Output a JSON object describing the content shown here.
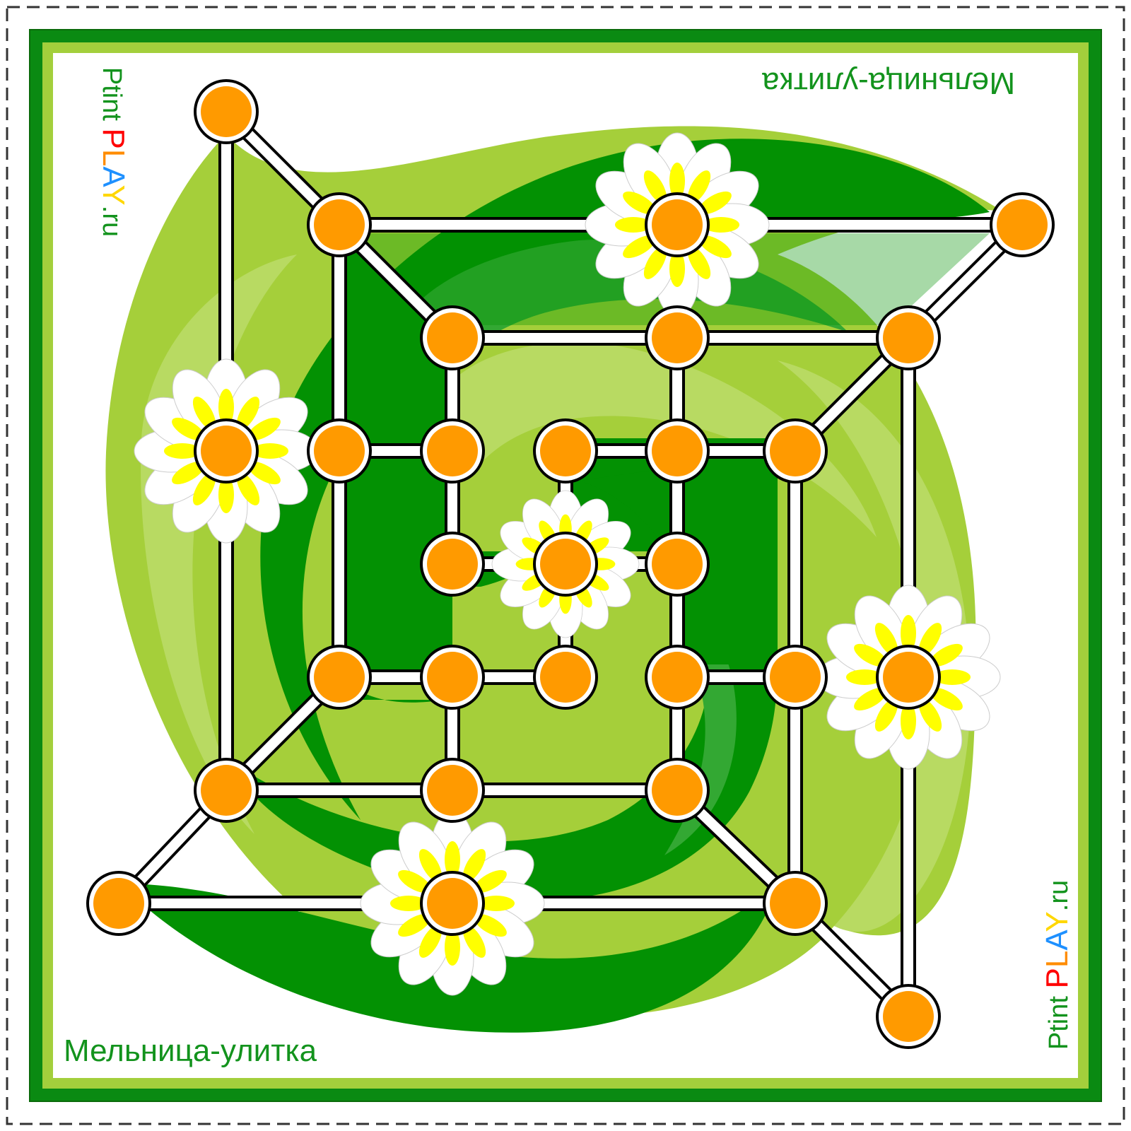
{
  "game": {
    "title_bottom": "Мельница-улитка",
    "title_top": "Мельница-улитка",
    "brand": {
      "p1": "Ptint ",
      "p2": "P",
      "p3": "L",
      "p4": "A",
      "p5": "Y",
      "p6": ".ru"
    }
  },
  "colors": {
    "frame_dark": "#0a8a12",
    "frame_light": "#a3cf3c",
    "board_dark": "#039103",
    "board_mid": "#33a833",
    "board_light": "#a5cf3a",
    "board_pale": "#b8da62",
    "point_fill": "#ff9a00",
    "petal_white": "#ffffff",
    "petal_yellow": "#ffff00"
  }
}
